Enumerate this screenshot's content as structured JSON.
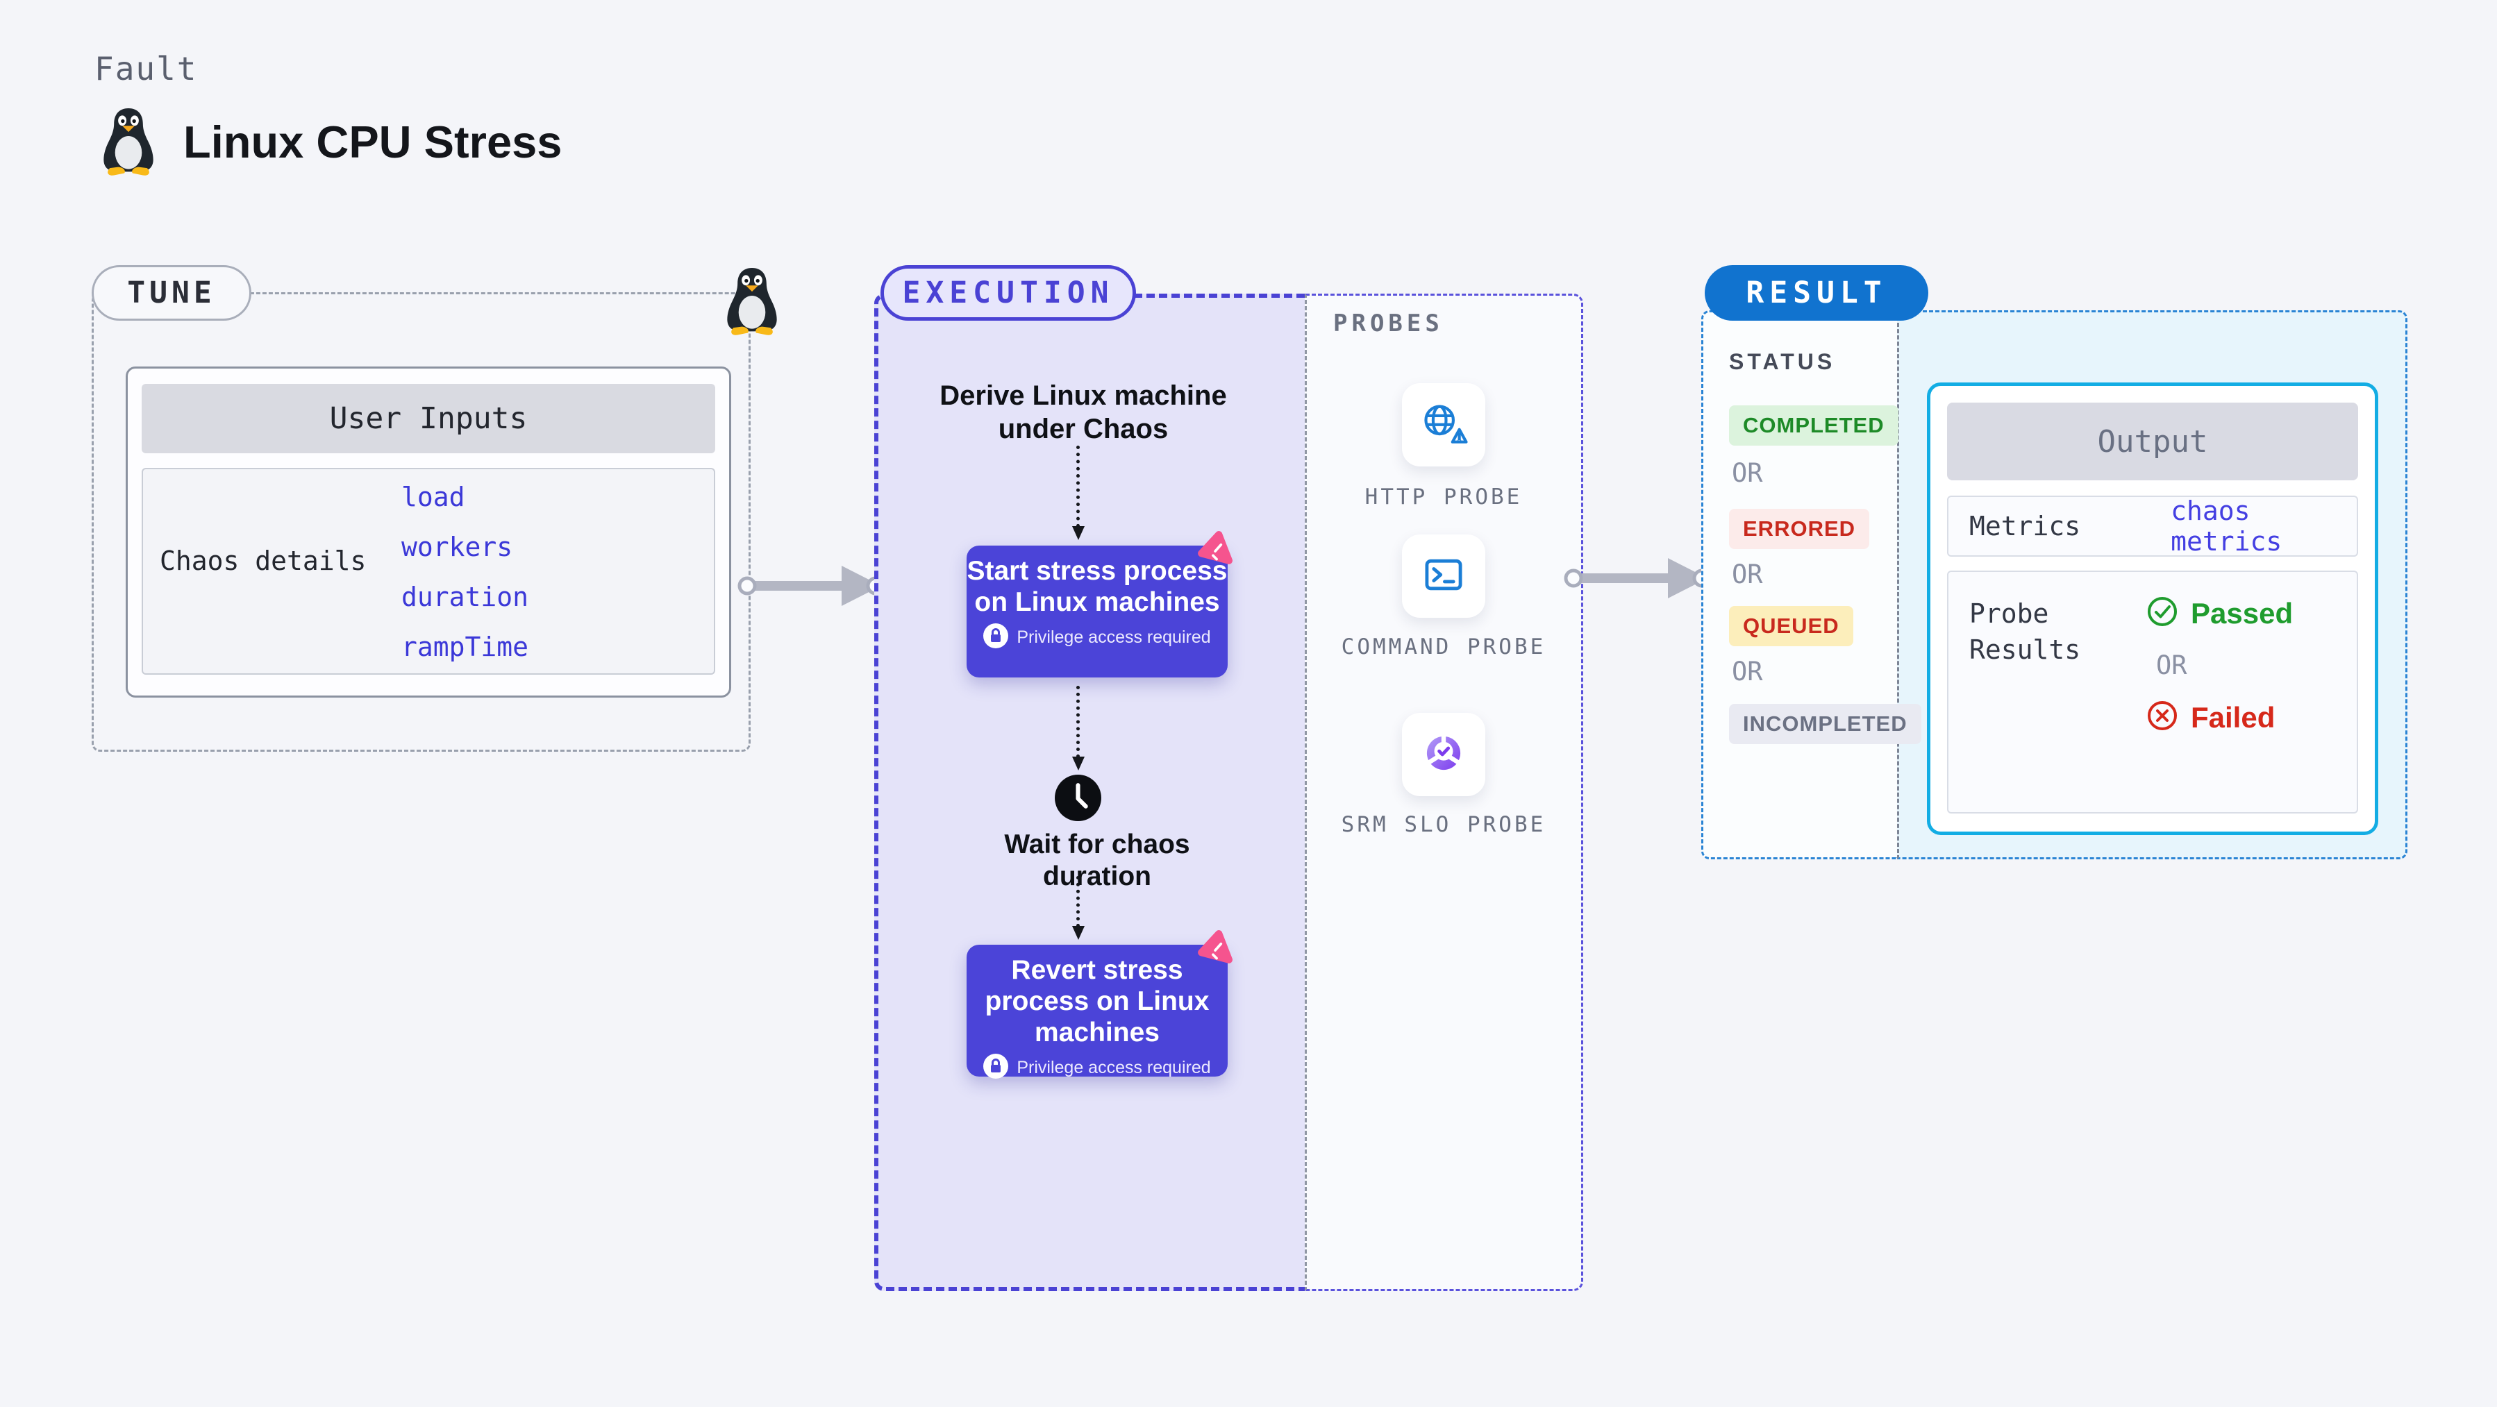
{
  "header": {
    "eyebrow": "Fault",
    "title": "Linux CPU Stress",
    "os_icon": "linux-penguin-icon"
  },
  "tune": {
    "badge": "TUNE",
    "corner_icon": "linux-penguin-icon",
    "user_inputs": {
      "header": "User Inputs",
      "row_label": "Chaos details",
      "links": [
        "load",
        "workers",
        "duration",
        "rampTime"
      ]
    }
  },
  "execution": {
    "badge": "EXECUTION",
    "derive_label": "Derive Linux machine under Chaos",
    "steps": [
      {
        "title": "Start stress process on Linux machines",
        "note": "Privilege access required",
        "icons": [
          "lock-icon",
          "chaos-pinwheel-icon"
        ]
      },
      {
        "title": "Wait for chaos duration",
        "icons": [
          "clock-icon"
        ]
      },
      {
        "title": "Revert stress process on Linux machines",
        "note": "Privilege access required",
        "icons": [
          "lock-icon",
          "chaos-pinwheel-icon"
        ]
      }
    ]
  },
  "probes": {
    "label": "PROBES",
    "items": [
      {
        "name": "HTTP PROBE",
        "icon": "globe-alert-icon"
      },
      {
        "name": "COMMAND PROBE",
        "icon": "terminal-icon"
      },
      {
        "name": "SRM SLO PROBE",
        "icon": "slo-donut-check-icon"
      }
    ]
  },
  "result": {
    "badge": "RESULT",
    "status": {
      "label": "STATUS",
      "separator": "OR",
      "badges": [
        {
          "label": "COMPLETED",
          "fg": "#1d8a27",
          "bg": "#dcf3dd"
        },
        {
          "label": "ERRORED",
          "fg": "#c8291d",
          "bg": "#fcebea"
        },
        {
          "label": "QUEUED",
          "fg": "#c8291d",
          "bg": "#fceebb"
        },
        {
          "label": "INCOMPLETED",
          "fg": "#6b7183",
          "bg": "#e9eaf2"
        }
      ]
    },
    "output": {
      "header": "Output",
      "metrics": {
        "label": "Metrics",
        "link": "chaos metrics"
      },
      "probe_results": {
        "label": "Probe Results",
        "passed": "Passed",
        "separator": "OR",
        "failed": "Failed"
      }
    }
  },
  "colors": {
    "page_bg": "#f4f5f9",
    "indigo_accent": "#4a42d4",
    "step_button_bg": "#4b44d8",
    "lavender_bg": "#e4e3f9",
    "result_blue": "#1173cf",
    "result_panel_bg": "#e7f5fc",
    "output_border_cyan": "#13ade4",
    "link_indigo": "#3b38d8",
    "passed_green": "#1f9c2e",
    "failed_red": "#d6281a",
    "probe_icon_blue": "#1b7ed6",
    "chaos_pink": "#f5548e"
  }
}
